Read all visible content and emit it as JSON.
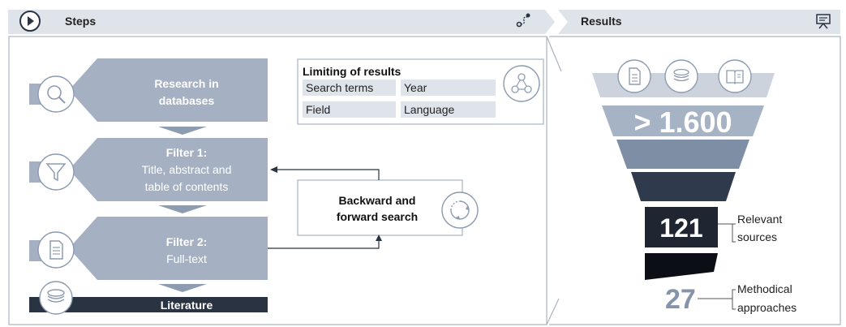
{
  "header": {
    "steps_label": "Steps",
    "results_label": "Results",
    "play_icon": "play-icon",
    "route_icon": "route-icon",
    "presentation_icon": "presentation-board-icon"
  },
  "steps": {
    "research": {
      "line1": "Research in",
      "line2": "databases",
      "icon": "search-icon"
    },
    "filter1": {
      "title": "Filter 1:",
      "line1": "Title, abstract and",
      "line2": "table of contents",
      "icon": "filter-icon"
    },
    "filter2": {
      "title": "Filter 2:",
      "line1": "Full-text",
      "icon": "document-icon"
    },
    "literature": {
      "label": "Literature",
      "icon": "stack-icon"
    }
  },
  "limiting": {
    "title": "Limiting of results",
    "cells": [
      "Search terms",
      "Year",
      "Field",
      "Language"
    ],
    "icon": "network-icon"
  },
  "backward": {
    "line1": "Backward and",
    "line2": "forward search",
    "icon": "cycle-icon"
  },
  "results": {
    "funnel_value": "> 1.600",
    "relevant_value": "121",
    "relevant_label_1": "Relevant",
    "relevant_label_2": "sources",
    "method_value": "27",
    "method_label_1": "Methodical",
    "method_label_2": "approaches",
    "top_icons": [
      "document-icon",
      "stack-icon",
      "book-icon"
    ]
  },
  "colors": {
    "header_bg": "#dfe3ea",
    "panel_border": "#a9b4c3",
    "step_fill": "#a5b1c2",
    "arrow_fill": "#8e9cb1",
    "literature_bg": "#293342",
    "funnel_light": "#ccd3dc",
    "funnel_mid": "#a6b3c4",
    "funnel_mid2": "#7e8fa5",
    "funnel_dark": "#2f3b4c",
    "funnel_darker": "#1f2632",
    "funnel_black": "#0b0f15",
    "method_text": "#8594a9"
  }
}
